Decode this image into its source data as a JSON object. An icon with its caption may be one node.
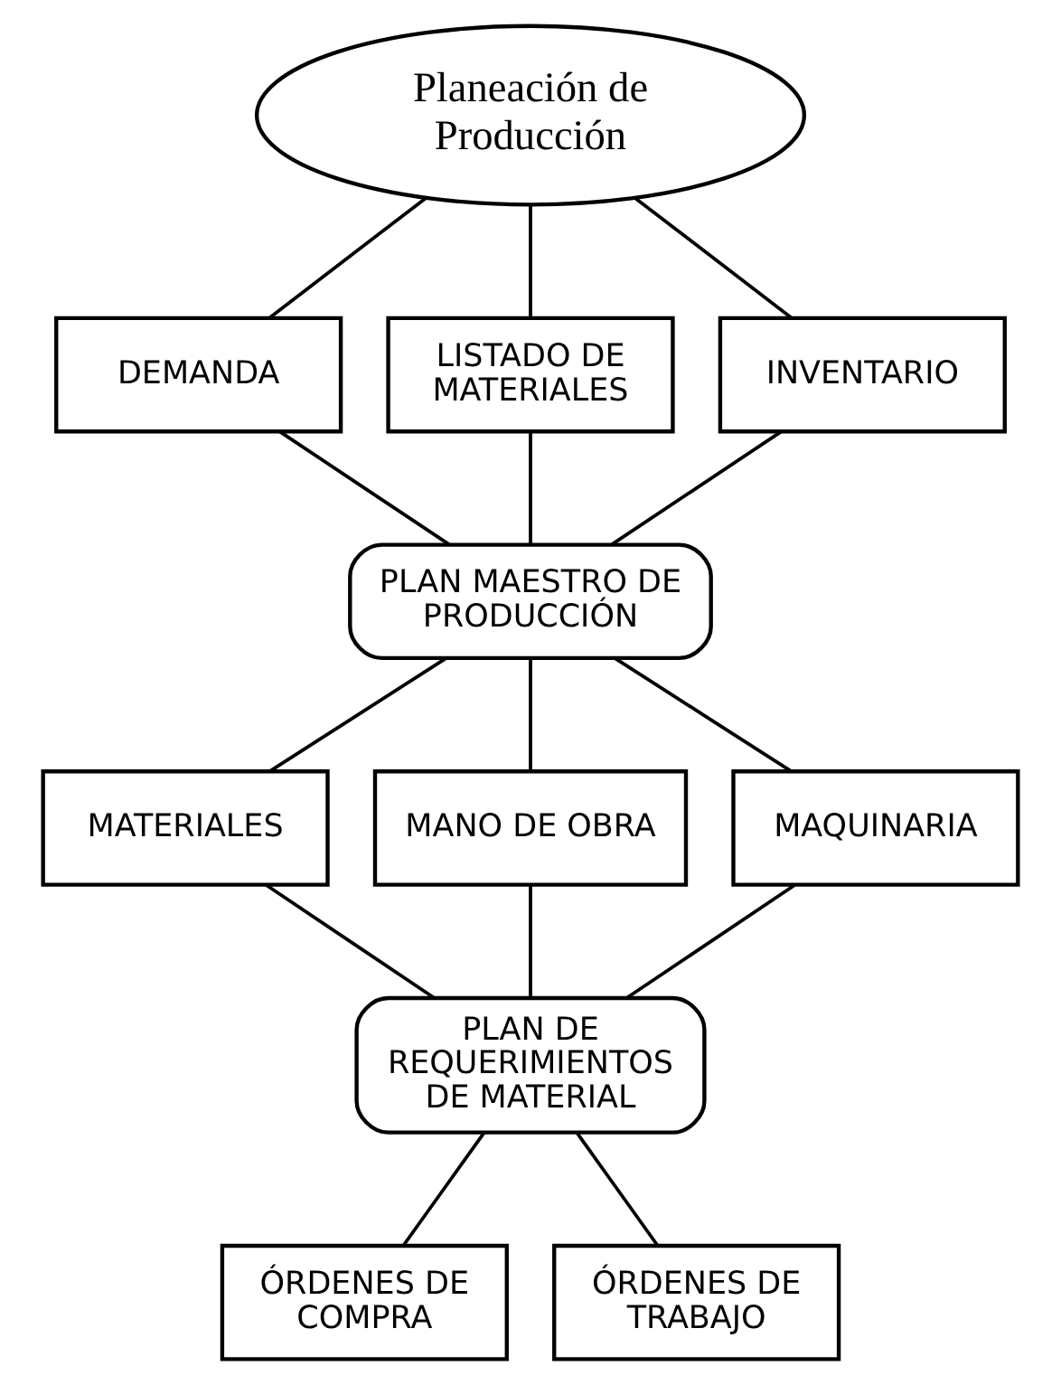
{
  "diagram": {
    "nodes": [
      {
        "text": [
          "Planeación de Producción"
        ]
      },
      {
        "text": [
          "DEMANDA"
        ]
      },
      {
        "text": [
          "LISTADO DE MATERIALES"
        ]
      },
      {
        "text": [
          "INVENTARIO"
        ]
      },
      {
        "text": [
          "PLAN MAESTRO DE PRODUCCIÓN"
        ]
      },
      {
        "text": [
          "MATERIALES"
        ]
      },
      {
        "text": [
          "MANO DE OBRA"
        ]
      },
      {
        "text": [
          "MAQUINARIA"
        ]
      },
      {
        "text": [
          "PLAN DE REQUERIMIENTOS DE MATERIAL"
        ]
      },
      {
        "text": [
          "ÓRDENES DE COMPRA"
        ]
      },
      {
        "text": [
          "ÓRDENES DE TRABAJO"
        ]
      }
    ],
    "edges": [
      {
        "from": 0,
        "to": 1,
        "arrow": "none"
      },
      {
        "from": 0,
        "to": 2,
        "arrow": "none"
      },
      {
        "from": 0,
        "to": 3,
        "arrow": "none"
      },
      {
        "from": 1,
        "to": 4,
        "arrow": "none"
      },
      {
        "from": 2,
        "to": 4,
        "arrow": "none"
      },
      {
        "from": 3,
        "to": 4,
        "arrow": "none"
      },
      {
        "from": 4,
        "to": 5,
        "arrow": "none"
      },
      {
        "from": 4,
        "to": 6,
        "arrow": "none"
      },
      {
        "from": 4,
        "to": 7,
        "arrow": "none"
      },
      {
        "from": 5,
        "to": 8,
        "arrow": "none"
      },
      {
        "from": 6,
        "to": 8,
        "arrow": "none"
      },
      {
        "from": 7,
        "to": 8,
        "arrow": "none"
      },
      {
        "from": 8,
        "to": 9,
        "arrow": "none"
      },
      {
        "from": 8,
        "to": 10,
        "arrow": "none"
      }
    ]
  }
}
